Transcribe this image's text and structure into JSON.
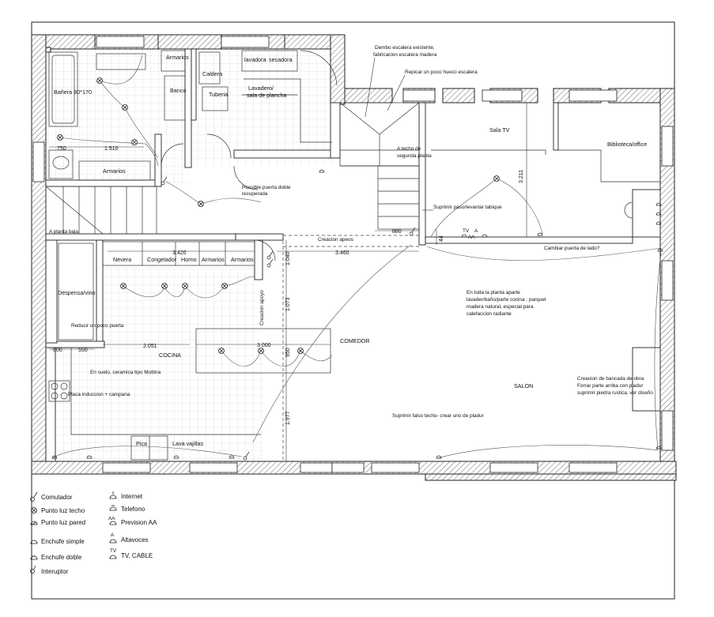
{
  "rooms": {
    "bano": "Bañera 80*170",
    "armarios_top": "Armarios",
    "banco": "Banco",
    "armarios_bano": "Armarios",
    "caldera": "Caldera",
    "tuberia": "Tuberia",
    "lavadora": "lavadora",
    "secadora": "secadora",
    "lavadero": "Lavadero/",
    "plancha": "sala de plancha",
    "sala_tv": "Sala TV",
    "biblioteca": "Biblioteca/office",
    "despensa": "Despensa/vino",
    "nevera": "Nevera",
    "congelador": "Congelador",
    "horno": "Horno",
    "armarios_k1": "Armarios",
    "armarios_k2": "Armarios",
    "cocina": "COCINA",
    "comedor": "COMEDOR",
    "salon": "SALON",
    "pica": "Pica",
    "lavavajillas": "Lava vajillas"
  },
  "notes": {
    "escalera_1": "Dembo escalera existente,",
    "escalera_2": "fabricacion escalera madera",
    "repicar": "Repicar un poco hueco escalera",
    "puerta_doble_1": "Possible puerta doble",
    "puerta_doble_2": "recuperada",
    "techo_1": "A techo de",
    "techo_2": "segunda planta",
    "suprimir_paso": "Suprimir paso/levantar tabique",
    "a_planta_baja": "A planta baja",
    "creacion_apeos": "Creacion apeos",
    "creacion_apoyo": "Creacion apoyo",
    "cambiar_puerta": "Cambiar puerta de lado?",
    "planta_1": "En toda la planta aparte",
    "planta_2": "lavader/baño/parte cocina : parquet",
    "planta_3": "madera natural, especial para",
    "planta_4": "calefaccion radiante",
    "reducir": "Reducir un poco puerta",
    "suelo": "En suelo, ceramica tipo Muttina",
    "placa": "Placa induccion + campana",
    "bancada_1": "Creacion de bancada de obra",
    "bancada_2": "Forrar parte arriba con pladur",
    "bancada_3": "suprimir piedra rustica, ver diseño",
    "falso_techo": "Suprimir falso techo- crear uno de pladur"
  },
  "dimensions": {
    "d750": "750",
    "d1510": "1.510",
    "d880": "880",
    "d44": "44",
    "d3211": "3.211",
    "d3420": "3.420",
    "d3460": "3.460",
    "d1040": "1.040",
    "d1073": "1.073",
    "d600": "600",
    "d550": "550",
    "d2051": "2.051",
    "d3000": "3.000",
    "d950": "950",
    "d1977": "1.977"
  },
  "legend": {
    "comutador": "Comutador",
    "punto_techo": "Punto luz techo",
    "punto_pared": "Punto luz pared",
    "enchufe_simple": "Enchufe simple",
    "enchufe_doble": "Enchufe doble",
    "interruptor": "Interuptor",
    "internet": "Internet",
    "telefono": "Telefono",
    "prevision_aa": "Prevision AA",
    "altavoces": "Altavoces",
    "tv_cable": "TV, CABLE"
  },
  "symbols": {
    "tv": "TV",
    "a": "A",
    "aa": "AA"
  }
}
